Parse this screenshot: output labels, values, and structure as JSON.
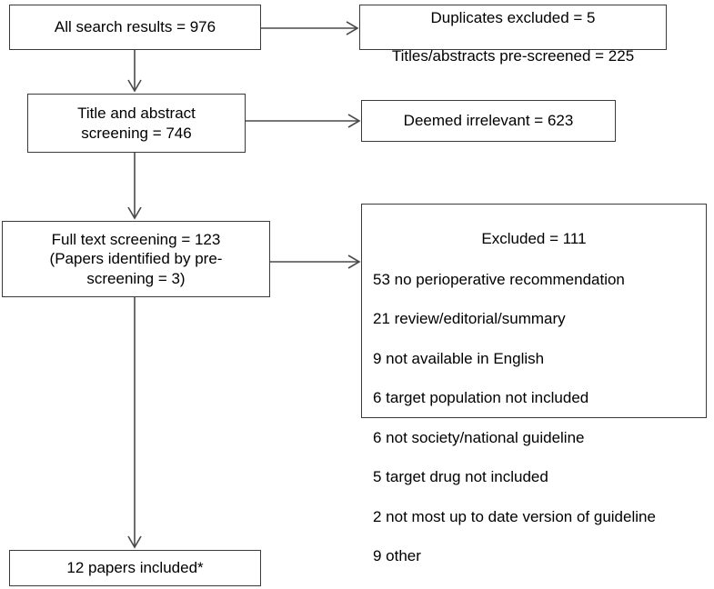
{
  "diagram": {
    "type": "flowchart",
    "title": "Study selection flow diagram",
    "nodes": {
      "search_results": {
        "label": "All search results = 976",
        "count": 976
      },
      "duplicates": {
        "line1": "Duplicates excluded = 5",
        "line2": "Titles/abstracts pre-screened = 225",
        "duplicates_excluded": 5,
        "pre_screened": 225
      },
      "title_abstract": {
        "label": "Title and abstract\nscreening = 746",
        "count": 746
      },
      "irrelevant": {
        "label": "Deemed irrelevant = 623",
        "count": 623
      },
      "full_text": {
        "label": "Full text screening = 123\n(Papers identified by pre-\nscreening = 3)",
        "count": 123,
        "prescreening_identified": 3
      },
      "excluded": {
        "title": "Excluded = 111",
        "total": 111,
        "reasons": [
          "53 no perioperative recommendation",
          "21 review/editorial/summary",
          "9 not available in English",
          "6 target population not included",
          "6 not society/national guideline",
          "5 target drug not included",
          "2 not most up to date version of guideline",
          "9 other"
        ]
      },
      "included": {
        "label": "12 papers included*",
        "count": 12
      }
    },
    "colors": {
      "box_border": "#3a3a3a",
      "connector": "#4a4a4a",
      "background": "#ffffff",
      "text": "#000000"
    }
  }
}
